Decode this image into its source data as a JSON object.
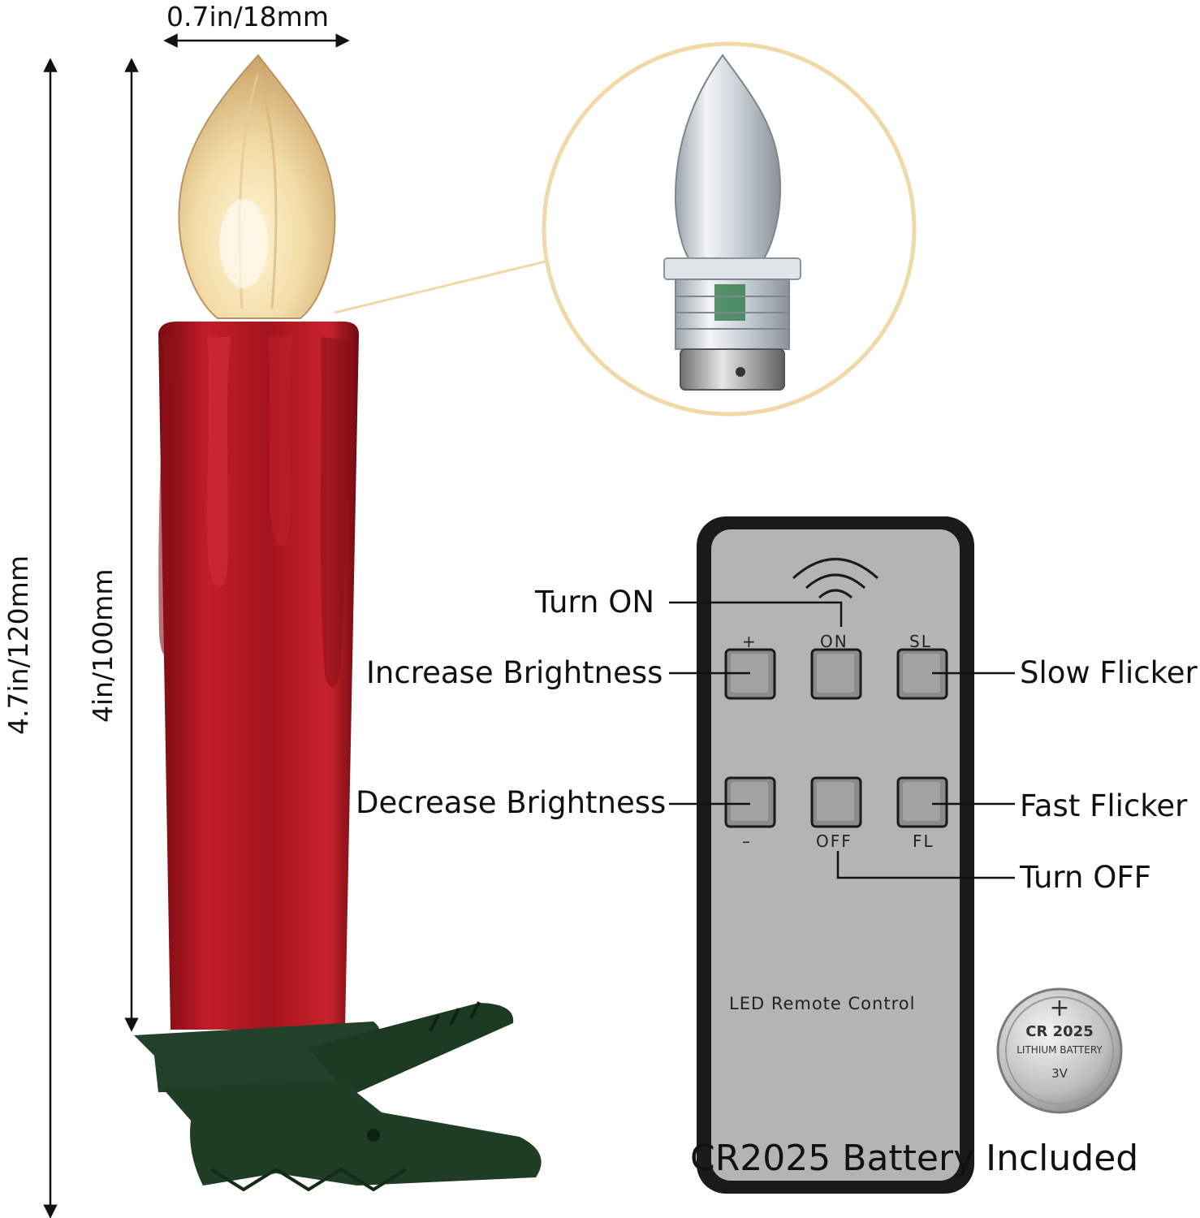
{
  "dimensions": {
    "width_label": "0.7in/18mm",
    "total_height_label": "4.7in/120mm",
    "body_height_label": "4in/100mm"
  },
  "remote": {
    "title": "LED Remote Control",
    "buttons": {
      "plus": "+",
      "on": "ON",
      "sl": "SL",
      "minus": "–",
      "off": "OFF",
      "fl": "FL"
    },
    "callouts": {
      "turn_on": "Turn ON",
      "increase": "Increase Brightness",
      "slow_flicker": "Slow Flicker",
      "decrease": "Decrease Brightness",
      "fast_flicker": "Fast Flicker",
      "turn_off": "Turn OFF"
    }
  },
  "battery": {
    "line1": "CR 2025",
    "line2": "LITHIUM BATTERY",
    "line3": "3V",
    "plus": "+"
  },
  "caption": "CR2025 Battery Included",
  "colors": {
    "candle_red": "#b0151f",
    "clip_green": "#1f3a22",
    "remote_body": "#b4b4b4",
    "remote_border": "#1a1a1a",
    "zoom_circle": "#f0d9a6"
  }
}
